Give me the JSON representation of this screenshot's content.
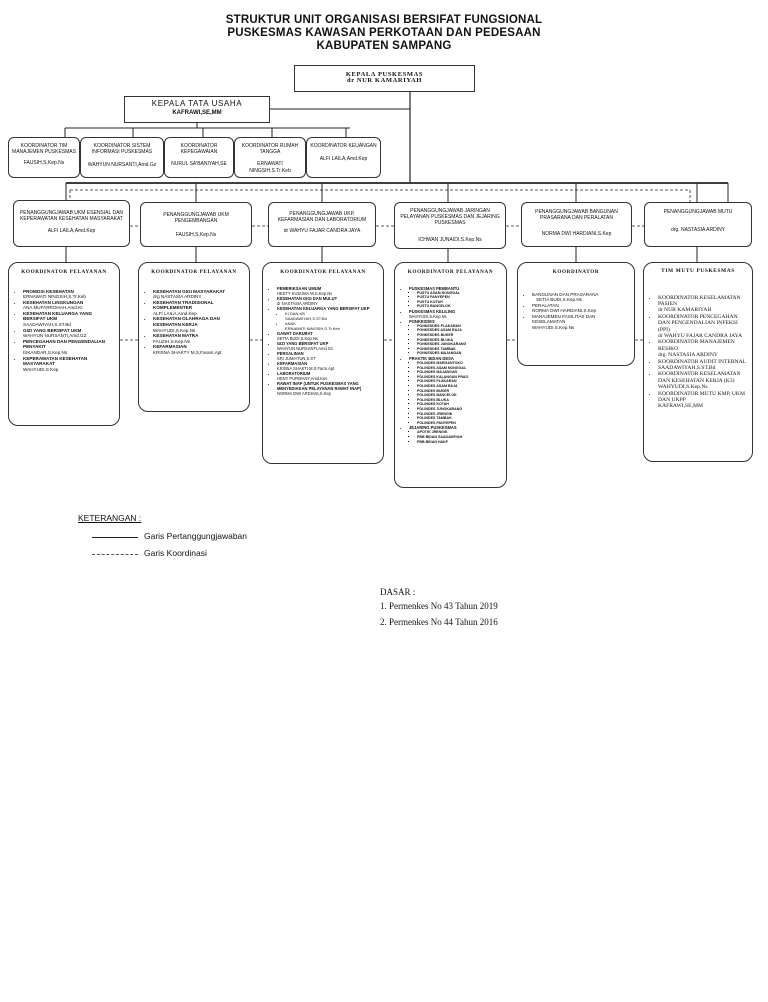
{
  "title": {
    "line1": "STRUKTUR UNIT ORGANISASI BERSIFAT FUNGSIONAL",
    "line2": "PUSKESMAS KAWASAN PERKOTAAN DAN PEDESAAN",
    "line3": "KABUPATEN SAMPANG"
  },
  "kepala_puskesmas": {
    "title": "KEPALA PUSKESMAS",
    "name": "dr NUR KAMARIYAH"
  },
  "kepala_tu": {
    "title": "KEPALA TATA USAHA",
    "name": "KAFRAWI,SE,MM"
  },
  "tu_staff": [
    {
      "title": "KOORDINATOR TIM MANAJEMEN PUSKESMAS",
      "name": "FAUSIH,S.Kep.Ns"
    },
    {
      "title": "KOORDINATOR SISTEM INFORMASI PUSKESMAS",
      "name": "WAHYUN NURSANTI,Amd.Gz"
    },
    {
      "title": "KOORDINATOR KEPEGAWAIAN",
      "name": "NURUL SA'BANIYAH,SE"
    },
    {
      "title": "KOORDINATOR RUMAH TANGGA",
      "name": "ERNAWATI NINGSIH,S.Tr.Keb"
    },
    {
      "title": "KOORDINATOR KEUANGAN",
      "name": "ALFI LAILA,Amd.Kep"
    }
  ],
  "pj": [
    {
      "title": "PENANGGUNGJAWAB UKM ESENSIAL DAN KEPERAWATAN KESEHATAN MASYARAKAT",
      "name": "ALFI LAILA,Amd.Kep"
    },
    {
      "title": "PENANGGUNGJAWAB UKM PENGEMBANGAN",
      "name": "FAUSIH,S.Kep.Ns"
    },
    {
      "title": "PENANGGUNGJAWAB UKP, KEFARMASIAN DAN LABORATORIUM",
      "name": "dr WAHYU FAJAR CANDRA JAYA"
    },
    {
      "title": "PENANGGUNGJAWAB JARINGAN PELAYANAN PUSKESMAS DAN JEJARING PUSKESMAS",
      "name": "ICHWAN JUNAIDI,S.Kep.Ns"
    },
    {
      "title": "PENANGGUNGJAWAB BANGUNAN PRASARANA DAN PERALATAN",
      "name": "NORMA DWI HARDIANI,S.Kep"
    },
    {
      "title": "PENANGGUNGJAWAB MUTU",
      "name": "drg. NASTASIA ARDINY"
    }
  ],
  "coord_titles": {
    "c1": "KOORDINATOR PELAYANAN",
    "c2": "KOORDINATOR PELAYANAN",
    "c3": "KOORDINATOR PELAYANAN",
    "c4": "KOORDINATOR PELAYANAN",
    "c5": "KOORDINATOR",
    "c6": "TIM MUTU PUSKESMAS"
  },
  "c1_items": [
    {
      "b": "PROMOSI KESEHATAN",
      "n": "ERNAWATI NINGSIH,S.Tr.Keb"
    },
    {
      "b": "KESEHATAN LINGKUNGAN",
      "n": "ANA MUFARROHAH,Amd.KI"
    },
    {
      "b": "KESEHATAN KELUARGA YANG BERSIFAT UKM",
      "n": "SAADAWIYAH,S.ST.Bd"
    },
    {
      "b": "GIZI YANG BERSIFAT UKM",
      "n": "WAHYUN NURSANTI,Amd.GZ"
    },
    {
      "b": "PENCEGAHAN DAN PENGENDALIAN PENYAKIT",
      "n": "ISKANDAR,S.Kep.Ns"
    },
    {
      "b": "KEPERAWATAN KESEHATAN MASYARAKAT",
      "n": "WAHYUDI,S.Kep"
    }
  ],
  "c2_items": [
    {
      "b": "KESEHATAN GIGI MASYARAKAT",
      "n": "drg NASTASIA ARDINY"
    },
    {
      "b": "KESEHATAN TRADISIONAL KOMPLEMENTER",
      "n": "ALFI LAILA,Amd.Kep"
    },
    {
      "b": "KESEHATAN OLAHRAGA DAN KESEHATAN KERJA",
      "n": "WAHYUDI,S.Kep.Ns"
    },
    {
      "b": "KESEHATAN MATRA",
      "n": "FAUZIH,S.Kep.Ns"
    },
    {
      "b": "KEFARMASIAN",
      "n": "KRISNA SHAKTY M,S,Faram,Apt"
    }
  ],
  "c3_items": [
    {
      "b": "PEMERIKSAAN UMUM",
      "n": "HESTY KUSUMA W,S.Kep.Ns"
    },
    {
      "b": "KESEHATAN GIGI DAN MULUT",
      "n": "dr NASTASIA ARDINY"
    },
    {
      "b": "KESEHATAN KELUARGA YANG BERSIFAT UKP",
      "n": ""
    },
    {
      "b": "GAWAT DARURAT",
      "n": "SETIA BUDI,S.Kep.Ns"
    },
    {
      "b": "GIZI YANG BERSIFAT UKP",
      "n": "WAHYUN NURSANTI,Amd.Gz"
    },
    {
      "b": "PERSALINAN",
      "n": "SRI JUMIATUN,S.ST"
    },
    {
      "b": "KEFARMASIAN",
      "n": "KRISNA SHAKTI M.S.Farm.Apt"
    },
    {
      "b": "LABORATORIUM",
      "n": "HENY PURWANY,Amd.Kes"
    },
    {
      "b": "RAWAT INAP (UNTUK PUSKESMAS YANG MENYEDIAKAN PELAYANAN RAWAT INAP)",
      "n": "NORMA DWI ARDIANI,S.Kep"
    }
  ],
  "c3_sub": [
    {
      "b": "KI DAN KB",
      "n": "SAADAWIYAH,S.ST.Bd"
    },
    {
      "b": "ANAK",
      "n": "ERNAWATI NINGSIH,S.Tr.Keb"
    }
  ],
  "c4": {
    "g1": "PUSKESMAS PEMBANTU",
    "g1_items": [
      "PUSTU ASAM NONGGAL",
      "PUSTU PANYEPEN",
      "PUSTU KOTAH",
      "PUSTU BANCELOK"
    ],
    "g2": "PUSKESMAS KELILING",
    "g2_name": "WAHYUDI,S.Kep.Ns",
    "g3": "PONKESDES",
    "g3_items": [
      "PONKESDES PLAKARAN",
      "PONKESDES ASAM RAJA",
      "PONKESDES BUKER",
      "PONKESDES BLUKA",
      "PONKESDES JUNOKARANG",
      "PONKESDES TAMBAK",
      "PONKESDES MAJANGAN"
    ],
    "g4": "PRAKTIK BIDAN DESA",
    "g4_items": [
      "POLINDES MARGANTOKO",
      "POLINDES ASAM NONGGAL",
      "POLINDES MAJANGAN",
      "POLINDES KALANGAN PRAO",
      "POLINDES PLAKARAN",
      "POLINDES ASAM RAJA",
      "POLINDES BUKER",
      "POLINDES BANCELOK",
      "POLINDES BLUKA",
      "POLINDES KOTAH",
      "POLINDES JUNOKARANG",
      "POLINDES JRENGIK",
      "POLINDES TAMBAK",
      "POLINDES PANYEPEN"
    ],
    "g5": "JEJARING PUSKESMAS",
    "g5_items": [
      "APOTIK JRENGIK",
      "PBB BIDAN SAADAWIYAH",
      "PBB BIDAN HAKF"
    ]
  },
  "c5_items": [
    {
      "b": "BANGUNAN DAN PRASARANA",
      "n": "SETIA BUDI,S.Kep.Ns"
    },
    {
      "b": "PERALATAN",
      "n": "NORMA DWI HARDIANI,S.Kep"
    },
    {
      "b": "MANAJEMEN FASILITAS DAN KESELAMATAN",
      "n": "WAHYUDI,S.Kep.Ns"
    }
  ],
  "c6_items": [
    {
      "b": "KOORDINATOR KESELAMATAN PASIEN",
      "n": "dr NUR KAMARIYAH"
    },
    {
      "b": "KOORDINATOR PENCEGAHAN DAN PENGENDALIAN INFEKSI (PPI)",
      "n": "dr WAHYU FAJAR CANDRA JAYA"
    },
    {
      "b": "KOORDINATOR MANAJEMEN RESIKO",
      "n": "drg. NASTASIA ARDINY"
    },
    {
      "b": "KOORDINATOR AUDIT INTERNAL",
      "n": "SAADAWIYAH,S.ST.Bd"
    },
    {
      "b": "KOORDINATOR KESELAMATAN DAN KESEHATAN KERJA (K3)",
      "n": "WAHYUDI,S.Kep.Ns"
    },
    {
      "b": "KOORDINATOR MUTU KMP, UKM DAN UKPP",
      "n": "KAFRAWI,SE,MM"
    }
  ],
  "legend": {
    "title": "KETERANGAN :",
    "solid": "Garis Pertanggungjawaban",
    "dashed": "Garis Koordinasi"
  },
  "dasar": {
    "title": "DASAR :",
    "item1": "1. Permenkes No 43 Tahun 2019",
    "item2": "2. Permenkes No 44 Tahun 2016"
  }
}
